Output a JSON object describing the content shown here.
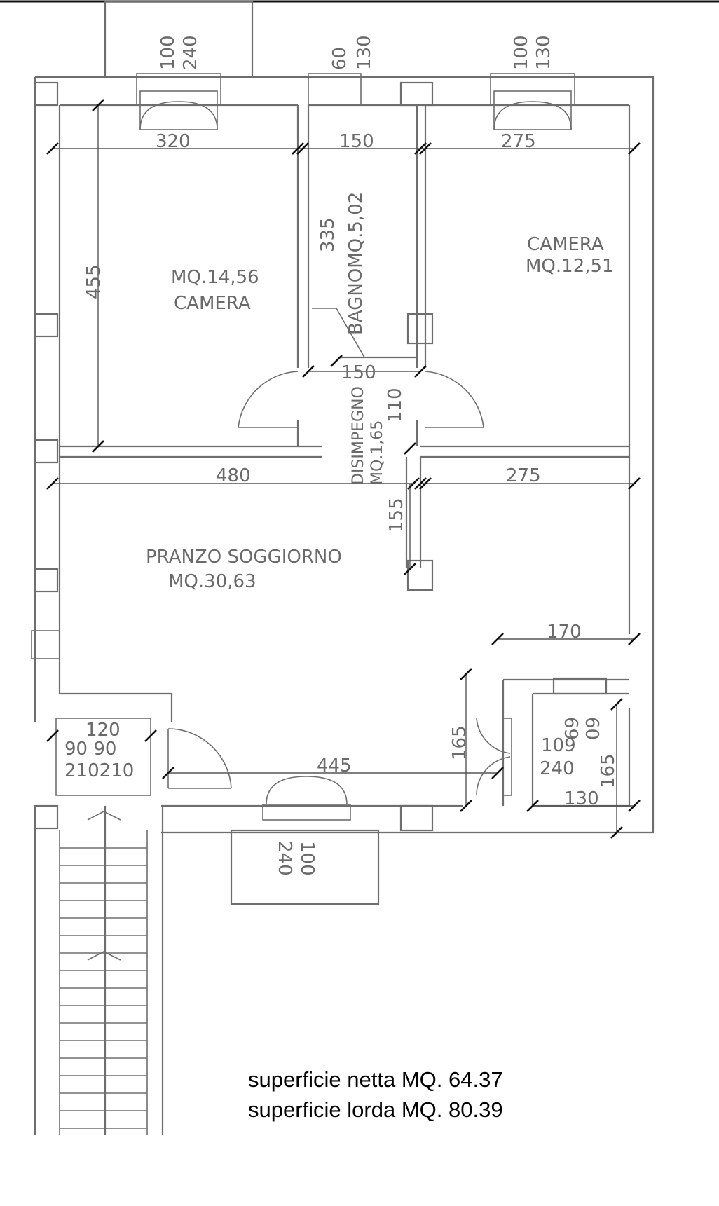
{
  "rooms": {
    "bedroom_left": {
      "area": "MQ.14,56",
      "name": "CAMERA"
    },
    "bathroom": {
      "label": "BAGNOMQ.5,02"
    },
    "bedroom_right": {
      "name": "CAMERA",
      "area": "MQ.12,51"
    },
    "hallway": {
      "name": "DISIMPEGNO",
      "area": "MQ.1,65"
    },
    "living": {
      "name": "PRANZO SOGGIORNO",
      "area": "MQ.30,63"
    }
  },
  "dimensions": {
    "bedroom_left_width": "320",
    "bathroom_width": "150",
    "bedroom_right_width": "275",
    "bedroom_left_height": "455",
    "bathroom_height": "335",
    "hallway_width": "150",
    "hallway_height": "110",
    "living_width": "480",
    "living_right_width": "275",
    "living_niche_height": "155",
    "living_bottom_width": "445",
    "closet_width": "170",
    "closet_height": "165",
    "wc_height_a": "165",
    "wc_width": "130",
    "wc_depth": "109"
  },
  "openings": {
    "top_left_window": {
      "w": "100",
      "h": "240"
    },
    "top_mid_window": {
      "w": "60",
      "h": "130"
    },
    "top_right_window": {
      "w": "100",
      "h": "130"
    },
    "bottom_door": {
      "w": "100",
      "h": "240"
    },
    "entrance": {
      "width": "120",
      "leaves": "90 90",
      "heights": "210210"
    },
    "wc_window": {
      "a": "69",
      "b": "60",
      "h": "240"
    }
  },
  "summary": {
    "net_area": "superficie netta MQ. 64.37",
    "gross_area": "superficie lorda MQ. 80.39"
  }
}
